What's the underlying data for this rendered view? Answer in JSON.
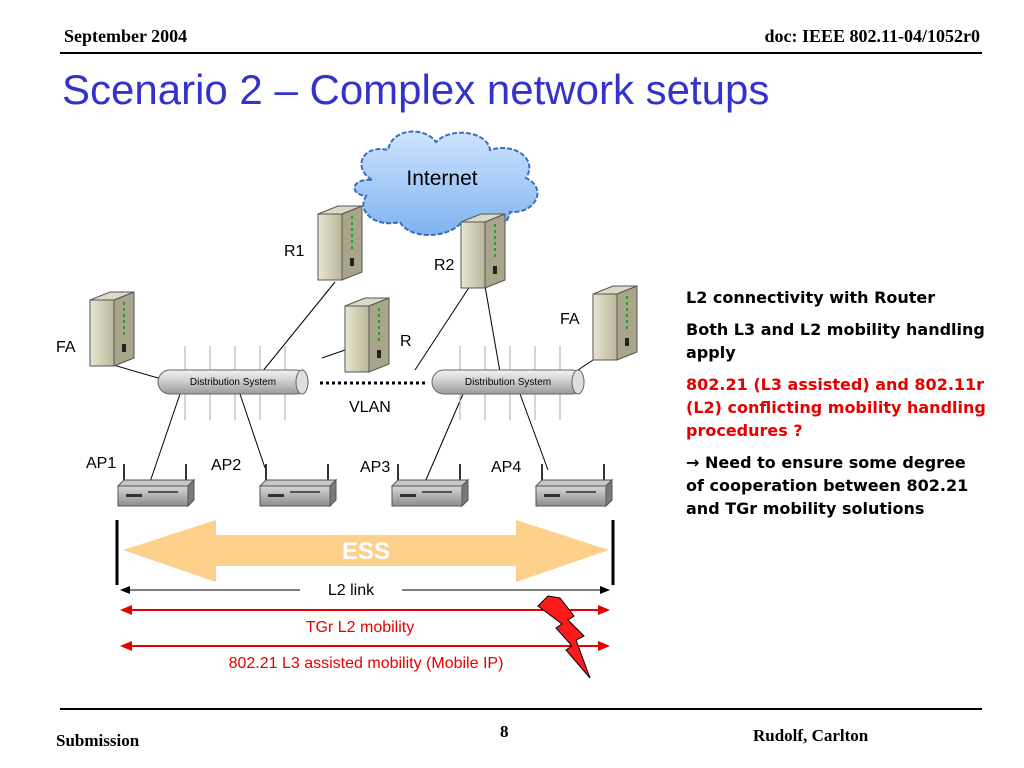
{
  "header": {
    "date": "September 2004",
    "doc": "doc: IEEE 802.11-04/1052r0"
  },
  "title": "Scenario 2 – Complex network setups",
  "diagram": {
    "internet": "Internet",
    "r1": "R1",
    "r2": "R2",
    "r": "R",
    "fa_left": "FA",
    "fa_right": "FA",
    "ds_left": "Distribution System",
    "ds_right": "Distribution System",
    "vlan": "VLAN",
    "ap1": "AP1",
    "ap2": "AP2",
    "ap3": "AP3",
    "ap4": "AP4",
    "ess": "ESS",
    "l2_link": "L2 link",
    "tgr": "TGr L2 mobility",
    "l3": "802.21 L3 assisted mobility (Mobile IP)"
  },
  "bullets": [
    "L2 connectivity with Router",
    "Both L3 and L2 mobility handling apply",
    "802.21 (L3 assisted) and 802.11r (L2) conflicting mobility handling procedures ?",
    "Need to ensure some degree of cooperation between 802.21 and TGr mobility solutions"
  ],
  "arrow_symbol": "→",
  "colors": {
    "title": "#3333cc",
    "red": "#e60000",
    "ess_arrow": "#fdd08c"
  },
  "footer": {
    "left": "Submission",
    "page": "8",
    "right": "Rudolf, Carlton"
  }
}
